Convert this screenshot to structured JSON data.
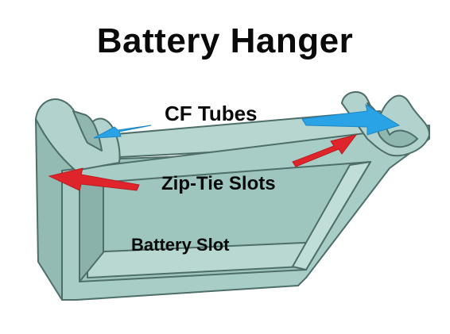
{
  "title": "Battery Hanger",
  "labels": {
    "cf_tubes": "CF Tubes",
    "zip_tie_slots": "Zip-Tie Slots",
    "battery_slot": "Battery Slot"
  },
  "colors": {
    "part_fill": "#a8cdc6",
    "part_light": "#c3ddd8",
    "part_dark": "#7fa7a0",
    "outline": "#4e6e69",
    "arrow_blue": "#2aa3e6",
    "arrow_red": "#e0242b"
  }
}
